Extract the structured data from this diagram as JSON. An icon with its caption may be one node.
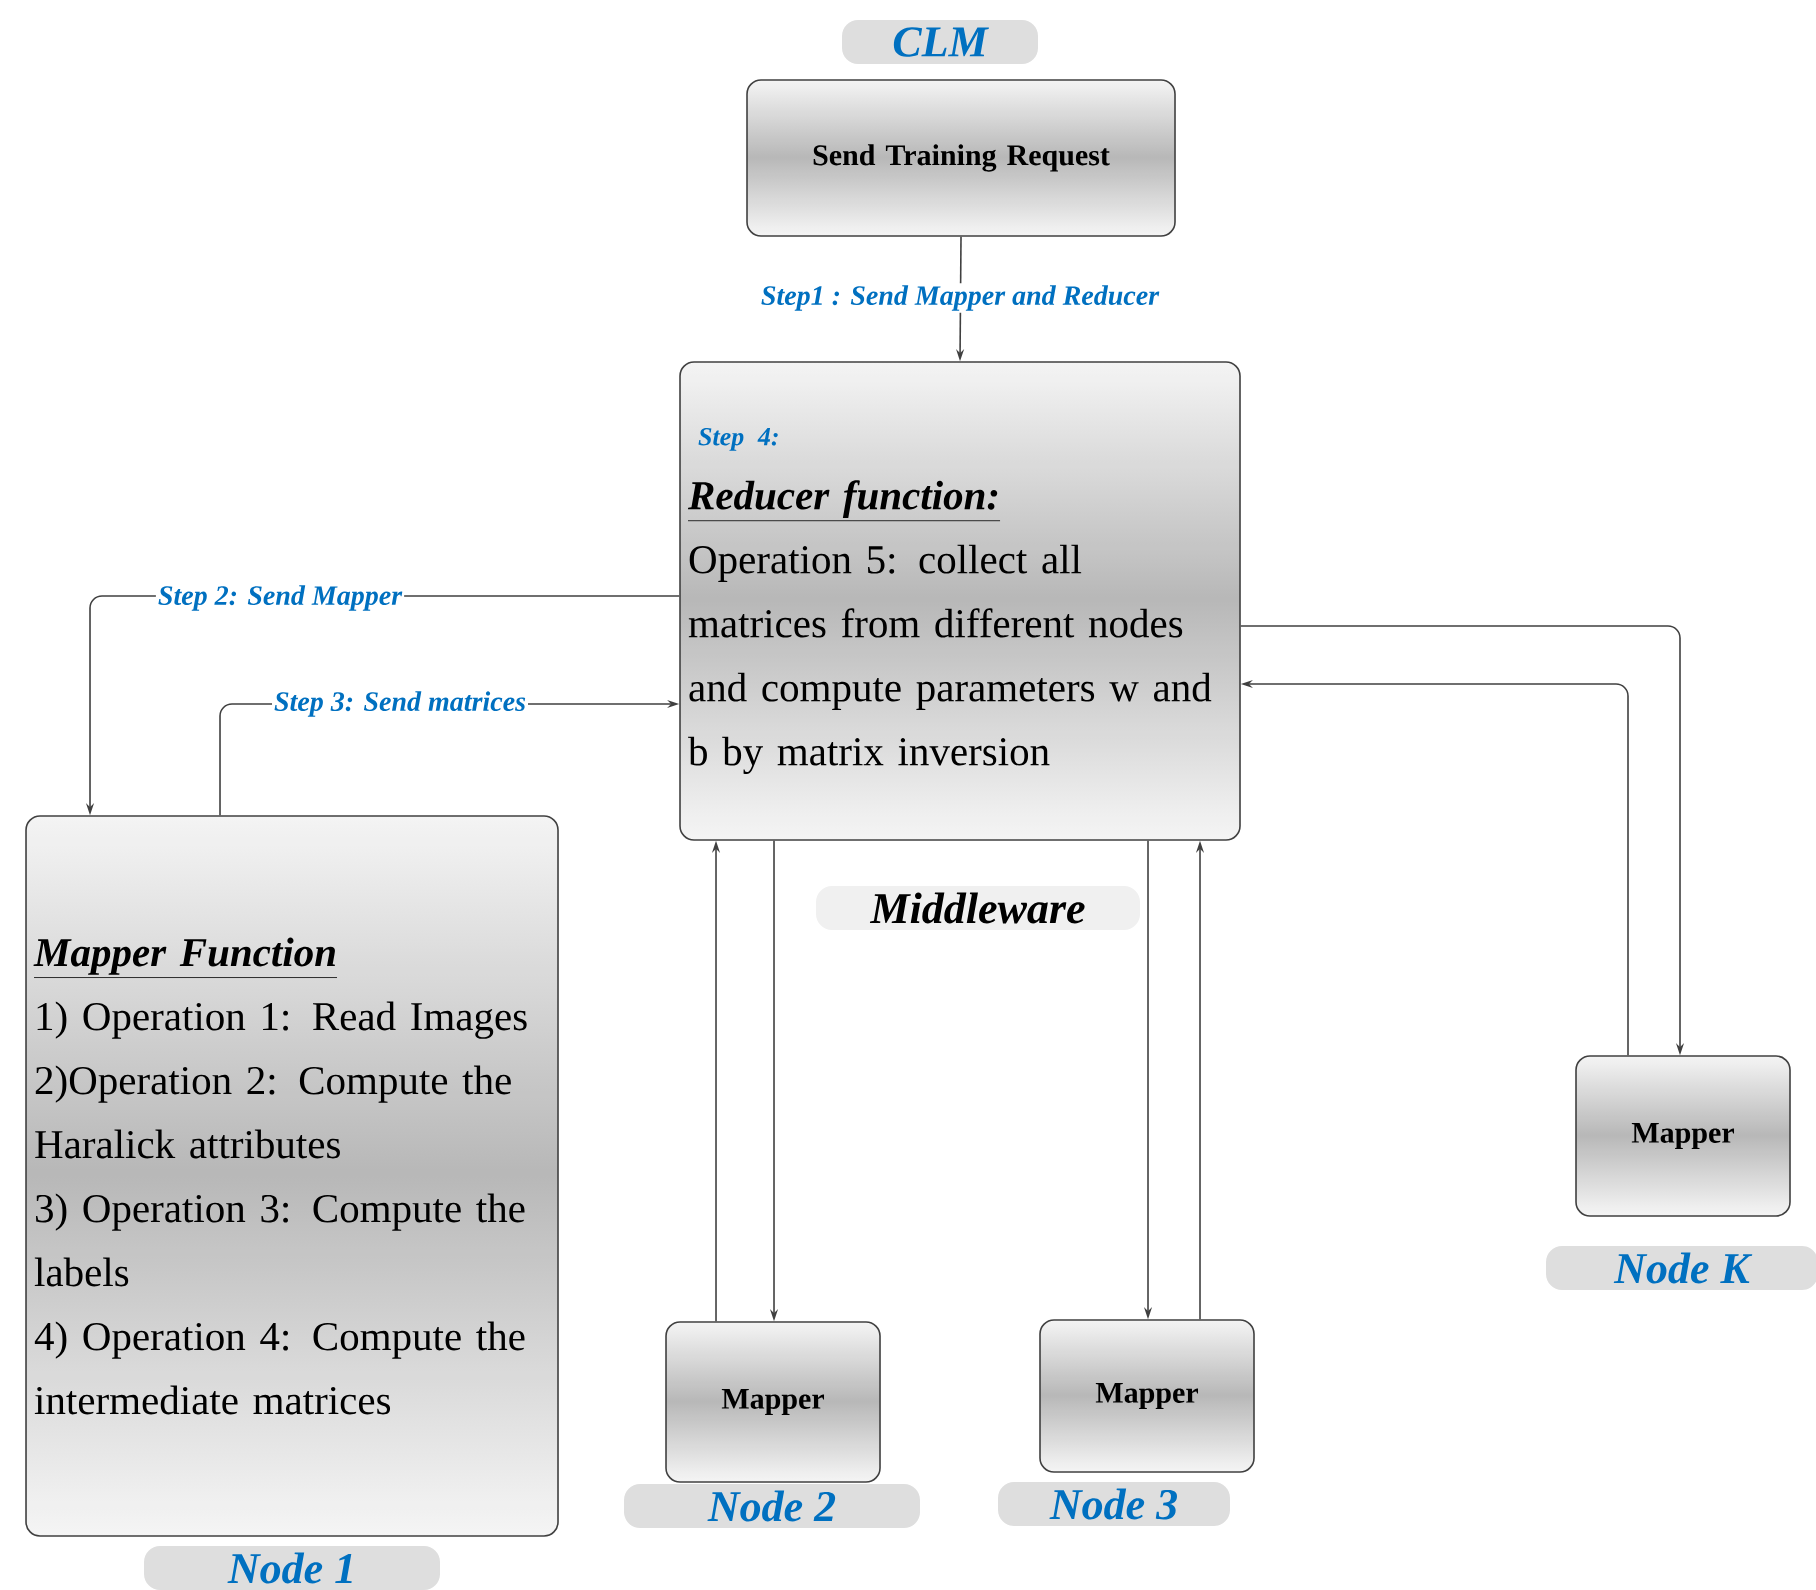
{
  "diagram": {
    "nodes": [
      {
        "text": [
          "Send Training Request"
        ],
        "beside": [
          "CLM"
        ]
      },
      {
        "text": [
          "Step 4:",
          "Reducer function:",
          "Operation 5: collect all matrices from different nodes and compute parameters w and b by matrix inversion"
        ],
        "beside": [
          "Middleware"
        ]
      },
      {
        "text": [
          "Mapper Function",
          "1) Operation 1: Read Images",
          "2)Operation 2: Compute the Haralick attributes",
          "3) Operation 3: Compute the labels",
          "4) Operation 4: Compute the intermediate matrices"
        ],
        "beside": [
          "Node 1"
        ]
      },
      {
        "text": [
          "Mapper"
        ],
        "beside": [
          "Node 2"
        ]
      },
      {
        "text": [
          "Mapper"
        ],
        "beside": [
          "Node 3"
        ]
      },
      {
        "text": [
          "Mapper"
        ],
        "beside": [
          "Node K"
        ]
      }
    ],
    "edges": [
      {
        "from": 0,
        "to": 1,
        "arrow": "to",
        "label": "Step1 : Send Mapper and Reducer"
      },
      {
        "from": 1,
        "to": 2,
        "arrow": "to",
        "label": "Step 2: Send Mapper"
      },
      {
        "from": 2,
        "to": 1,
        "arrow": "to",
        "label": "Step 3: Send matrices"
      },
      {
        "from": 3,
        "to": 1,
        "arrow": "to"
      },
      {
        "from": 1,
        "to": 3,
        "arrow": "to"
      },
      {
        "from": 1,
        "to": 4,
        "arrow": "to"
      },
      {
        "from": 4,
        "to": 1,
        "arrow": "to"
      },
      {
        "from": 1,
        "to": 5,
        "arrow": "to"
      },
      {
        "from": 5,
        "to": 1,
        "arrow": "to"
      }
    ]
  }
}
